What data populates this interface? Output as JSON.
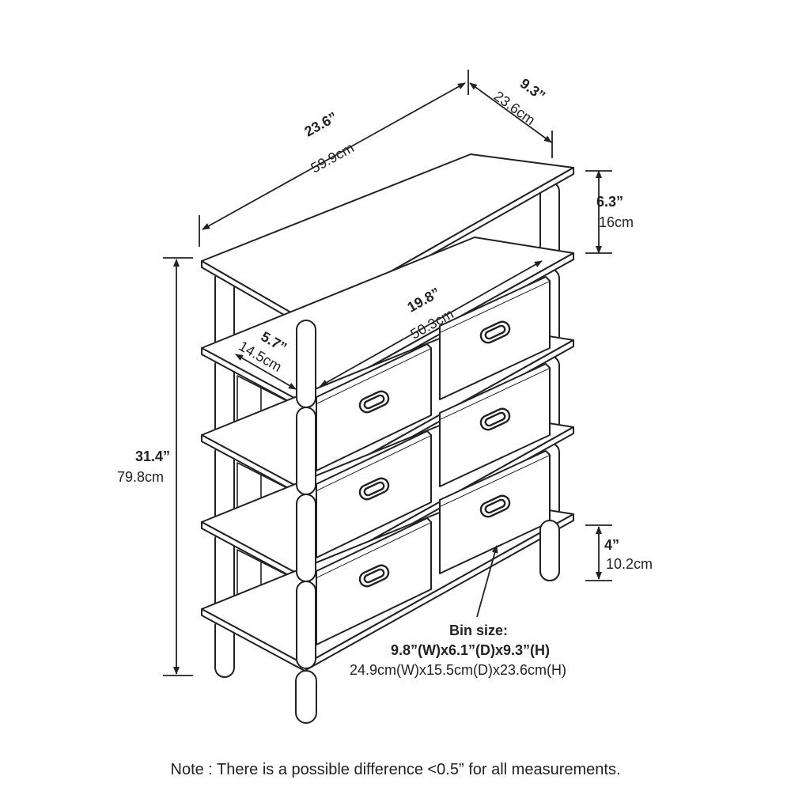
{
  "dimensions": {
    "width_in": "23.6”",
    "width_cm": "59.9cm",
    "depth_in": "9.3”",
    "depth_cm": "23.6cm",
    "top_clearance_in": "6.3”",
    "top_clearance_cm": "16cm",
    "inner_width_in": "19.8”",
    "inner_width_cm": "50.3cm",
    "inner_depth_in": "5.7”",
    "inner_depth_cm": "14.5cm",
    "height_in": "31.4”",
    "height_cm": "79.8cm",
    "leg_height_in": "4”",
    "leg_height_cm": "10.2cm"
  },
  "bin": {
    "title": "Bin size:",
    "size_in": "9.8”(W)x6.1”(D)x9.3”(H)",
    "size_cm": "24.9cm(W)x15.5cm(D)x23.6cm(H)"
  },
  "note": "Note : There is a possible difference <0.5” for all measurements."
}
